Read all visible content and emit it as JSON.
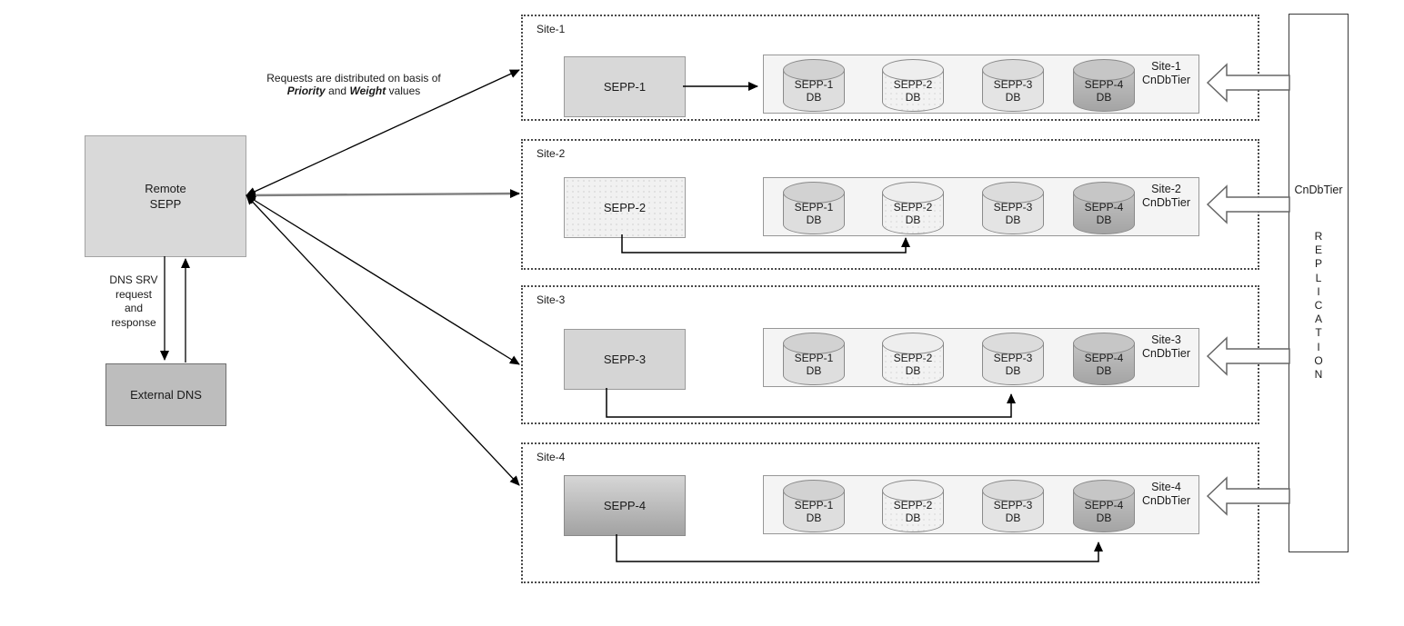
{
  "distribution_note": {
    "line1": "Requests are distributed on basis of",
    "word_priority": "Priority",
    "word_and": "and",
    "word_weight": "Weight",
    "word_values": "values"
  },
  "left_panel": {
    "remote_sepp": {
      "line1": "Remote",
      "line2": "SEPP"
    },
    "dns_note": {
      "line1": "DNS SRV",
      "line2": "request",
      "line3": "and",
      "line4": "response"
    },
    "external_dns": {
      "label": "External DNS"
    }
  },
  "sites": [
    {
      "label": "Site-1",
      "sepp": "SEPP-1",
      "tier_line1": "Site-1",
      "tier_line2": "CnDbTier",
      "dbs": [
        {
          "line1": "SEPP-1",
          "line2": "DB"
        },
        {
          "line1": "SEPP-2",
          "line2": "DB"
        },
        {
          "line1": "SEPP-3",
          "line2": "DB"
        },
        {
          "line1": "SEPP-4",
          "line2": "DB"
        }
      ]
    },
    {
      "label": "Site-2",
      "sepp": "SEPP-2",
      "tier_line1": "Site-2",
      "tier_line2": "CnDbTier",
      "dbs": [
        {
          "line1": "SEPP-1",
          "line2": "DB"
        },
        {
          "line1": "SEPP-2",
          "line2": "DB"
        },
        {
          "line1": "SEPP-3",
          "line2": "DB"
        },
        {
          "line1": "SEPP-4",
          "line2": "DB"
        }
      ]
    },
    {
      "label": "Site-3",
      "sepp": "SEPP-3",
      "tier_line1": "Site-3",
      "tier_line2": "CnDbTier",
      "dbs": [
        {
          "line1": "SEPP-1",
          "line2": "DB"
        },
        {
          "line1": "SEPP-2",
          "line2": "DB"
        },
        {
          "line1": "SEPP-3",
          "line2": "DB"
        },
        {
          "line1": "SEPP-4",
          "line2": "DB"
        }
      ]
    },
    {
      "label": "Site-4",
      "sepp": "SEPP-4",
      "tier_line1": "Site-4",
      "tier_line2": "CnDbTier",
      "dbs": [
        {
          "line1": "SEPP-1",
          "line2": "DB"
        },
        {
          "line1": "SEPP-2",
          "line2": "DB"
        },
        {
          "line1": "SEPP-3",
          "line2": "DB"
        },
        {
          "line1": "SEPP-4",
          "line2": "DB"
        }
      ]
    }
  ],
  "replication": {
    "title": "CnDbTier",
    "letters": [
      "R",
      "E",
      "P",
      "L",
      "I",
      "C",
      "A",
      "T",
      "I",
      "O",
      "N"
    ]
  },
  "colors": {
    "remote_sepp_fill": "#d9d9d9",
    "external_dns_fill": "#bdbdbd",
    "sepp1_fill": "#d8d8d8",
    "sepp2_fill": "#f1f1f1",
    "sepp3_fill": "#d5d5d5",
    "sepp4_fill_top": "#d6d6d6",
    "sepp4_fill_bottom": "#a2a2a2",
    "db_container_fill": "#f4f4f4",
    "db1_fill": "#dedede",
    "db2_fill": "#f2f2f2",
    "db3_fill": "#e4e4e4",
    "db4_fill_top": "#c3c3c3",
    "db4_fill_bottom": "#a4a4a4",
    "line_color": "#000000",
    "site2_link_color": "#7f7f7f"
  }
}
